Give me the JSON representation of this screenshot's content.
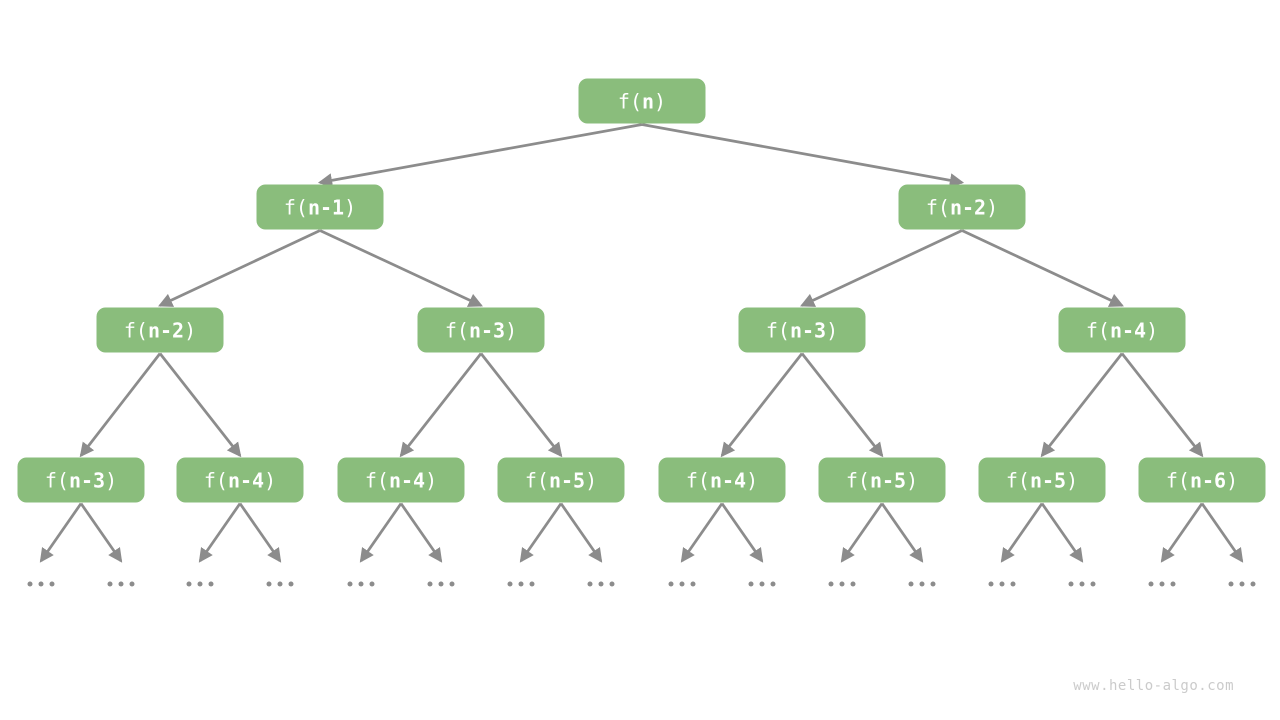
{
  "diagram": {
    "description": "Recursion tree of Fibonacci-style calls f(n) = f(n-1) + f(n-2)",
    "levels": [
      {
        "nodes": [
          "f(n)"
        ]
      },
      {
        "nodes": [
          "f(n-1)",
          "f(n-2)"
        ]
      },
      {
        "nodes": [
          "f(n-2)",
          "f(n-3)",
          "f(n-3)",
          "f(n-4)"
        ]
      },
      {
        "nodes": [
          "f(n-3)",
          "f(n-4)",
          "f(n-4)",
          "f(n-5)",
          "f(n-4)",
          "f(n-5)",
          "f(n-5)",
          "f(n-6)"
        ]
      }
    ],
    "ellipsis_symbol": "...",
    "ellipsis_count": 16,
    "colors": {
      "node_fill": "#8ABD7C",
      "node_text": "#FFFFFF",
      "edge": "#8C8C8C",
      "ellipsis_dot": "#8C8C8C",
      "watermark": "#CBCBCB"
    }
  },
  "footer": {
    "watermark": "www.hello-algo.com"
  }
}
